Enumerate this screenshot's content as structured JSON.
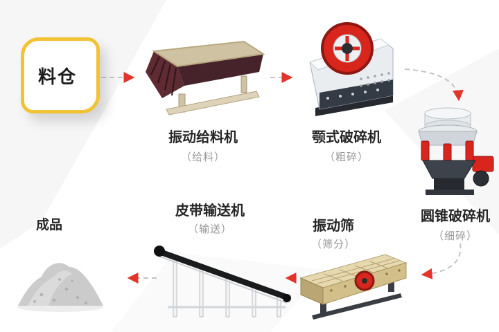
{
  "diagram": {
    "type": "process-flow",
    "description_visible_text_only": true,
    "colors": {
      "silo_border_yellow": "#f1c233",
      "arrow_red": "#e2342a",
      "connector_gray": "#c4c4c4",
      "crusher_red": "#d8261c",
      "feeder_maroon": "#46232a",
      "screen_tan": "#d3bf8a"
    },
    "nodes": {
      "silo": {
        "label": "料仓"
      },
      "feeder": {
        "label": "振动给料机",
        "sub": "（给料）"
      },
      "jaw": {
        "label": "颚式破碎机",
        "sub": "（粗碎）"
      },
      "cone": {
        "label": "圆锥破碎机",
        "sub": "（细碎）"
      },
      "screen": {
        "label": "振动筛",
        "sub": "（筛分）"
      },
      "conveyor": {
        "label": "皮带输送机",
        "sub": "（输送）"
      },
      "product": {
        "label": "成品"
      }
    },
    "edges": [
      {
        "from": "silo",
        "to": "feeder"
      },
      {
        "from": "feeder",
        "to": "jaw"
      },
      {
        "from": "jaw",
        "to": "cone"
      },
      {
        "from": "cone",
        "to": "screen"
      },
      {
        "from": "screen",
        "to": "conveyor"
      },
      {
        "from": "conveyor",
        "to": "product"
      }
    ]
  }
}
